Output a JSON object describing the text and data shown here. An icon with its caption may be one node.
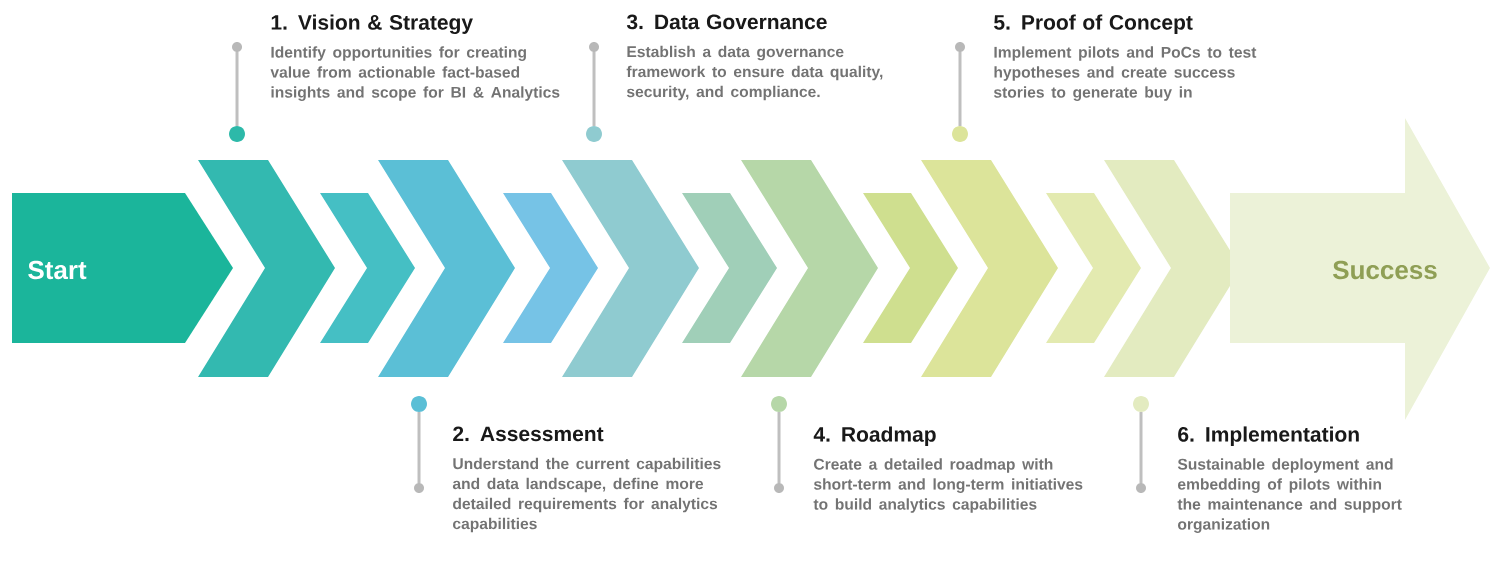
{
  "diagram": {
    "nodes": [
      {
        "text": [
          "Start"
        ]
      },
      {
        "text": [
          "1. Vision & Strategy",
          "Identify opportunities for creating value from actionable fact-based insights and scope for BI & Analytics"
        ]
      },
      {
        "text": [
          "2. Assessment",
          "Understand the current capabilities and data landscape, define more detailed requirements for analytics capabilities"
        ]
      },
      {
        "text": [
          "3. Data Governance",
          "Establish a data governance framework to ensure data quality, security, and compliance."
        ]
      },
      {
        "text": [
          "4. Roadmap",
          "Create a detailed roadmap with short-term and long-term initiatives to build analytics capabilities"
        ]
      },
      {
        "text": [
          "5. Proof of Concept",
          "Implement pilots and PoCs to test hypotheses and create success stories to generate buy in"
        ]
      },
      {
        "text": [
          "6. Implementation",
          "Sustainable deployment and embedding of pilots within the maintenance and support organization"
        ]
      },
      {
        "text": [
          "Success"
        ]
      }
    ],
    "edges": []
  }
}
